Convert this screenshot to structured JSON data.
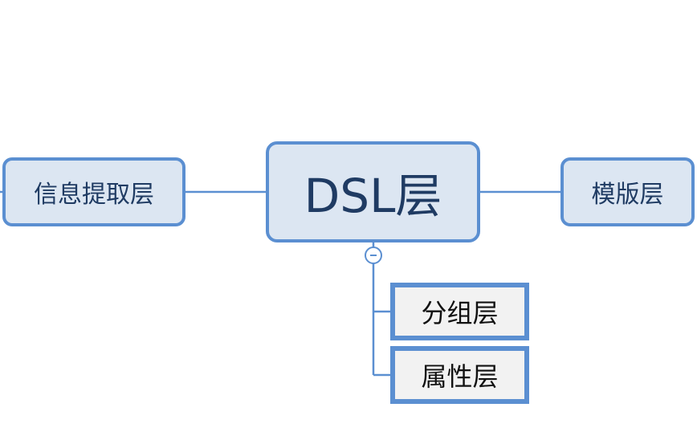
{
  "diagram": {
    "central_topic": "DSL层",
    "left_topic": "信息提取层",
    "right_topic": "模版层",
    "children": [
      {
        "label": "分组层"
      },
      {
        "label": "属性层"
      }
    ],
    "colors": {
      "connector": "#5b8fd1",
      "topic_fill": "#dce6f2",
      "subtopic_fill": "#f2f2f2",
      "topic_text": "#1f3b63"
    }
  }
}
